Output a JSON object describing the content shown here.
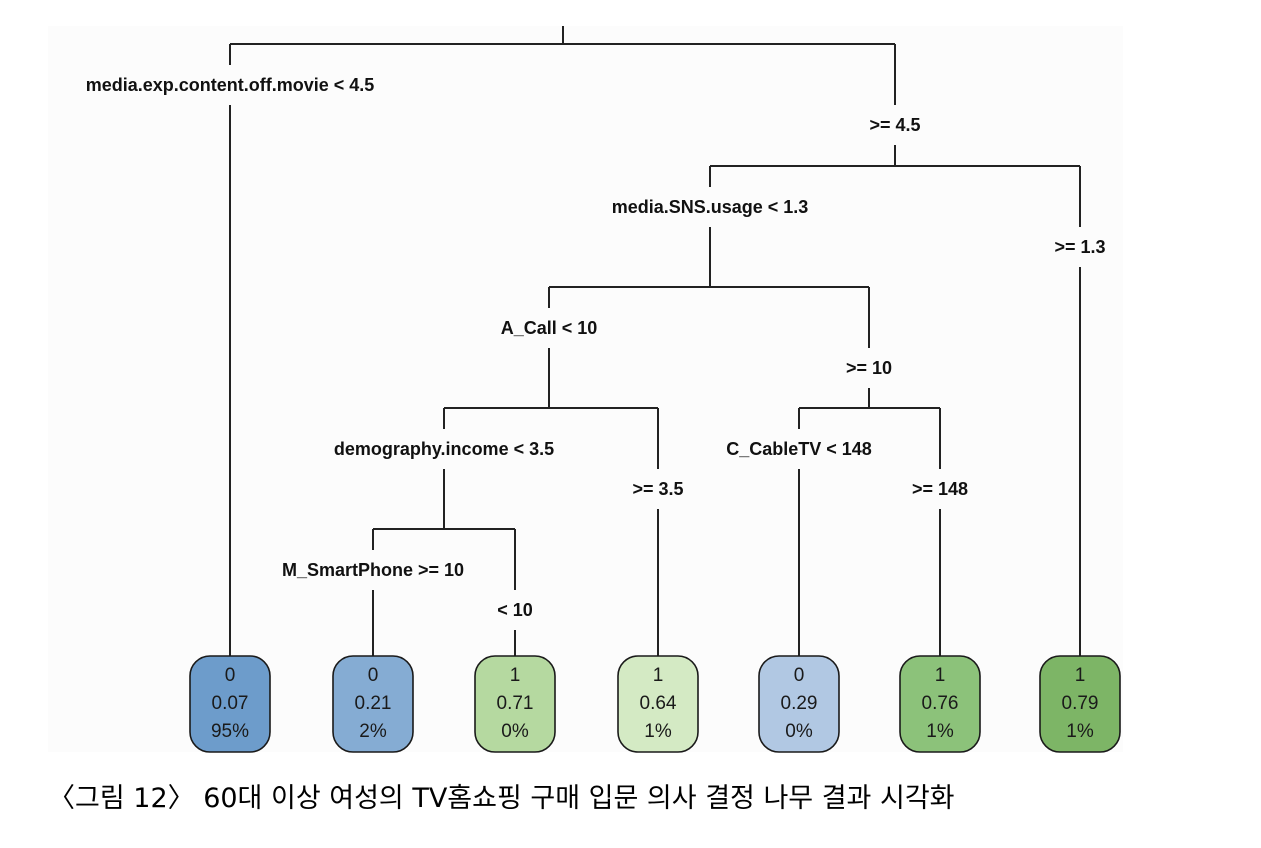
{
  "figure": {
    "caption": "〈그림 12〉 60대 이상 여성의 TV홈쇼핑 구매 입문 의사 결정 나무 결과 시각화"
  },
  "tree": {
    "nodes": [
      {
        "id": "root",
        "split": "media.exp.content.off.movie < 4.5",
        "yes_label": "media.exp.content.off.movie < 4.5",
        "no_label": ">= 4.5",
        "yes": "leaf1",
        "no": "n_sns"
      },
      {
        "id": "n_sns",
        "split": "media.SNS.usage < 1.3",
        "yes_label": "media.SNS.usage < 1.3",
        "no_label": ">= 1.3",
        "yes": "n_acall",
        "no": "leaf7"
      },
      {
        "id": "n_acall",
        "split": "A_Call < 10",
        "yes_label": "A_Call < 10",
        "no_label": ">= 10",
        "yes": "n_income",
        "no": "n_cable"
      },
      {
        "id": "n_income",
        "split": "demography.income < 3.5",
        "yes_label": "demography.income < 3.5",
        "no_label": ">= 3.5",
        "yes": "n_smart",
        "no": "leaf4"
      },
      {
        "id": "n_smart",
        "split": "M_SmartPhone >= 10",
        "yes_label": "M_SmartPhone >= 10",
        "no_label": "< 10",
        "yes": "leaf2",
        "no": "leaf3"
      },
      {
        "id": "n_cable",
        "split": "C_CableTV < 148",
        "yes_label": "C_CableTV < 148",
        "no_label": ">= 148",
        "yes": "leaf5",
        "no": "leaf6"
      }
    ],
    "leaves": [
      {
        "id": "leaf1",
        "class": "0",
        "prob": "0.07",
        "percent": "95%",
        "color": "#6d9ccb"
      },
      {
        "id": "leaf2",
        "class": "0",
        "prob": "0.21",
        "percent": "2%",
        "color": "#85acd3"
      },
      {
        "id": "leaf3",
        "class": "1",
        "prob": "0.71",
        "percent": "0%",
        "color": "#b5d9a0"
      },
      {
        "id": "leaf4",
        "class": "1",
        "prob": "0.64",
        "percent": "1%",
        "color": "#d4eac4"
      },
      {
        "id": "leaf5",
        "class": "0",
        "prob": "0.29",
        "percent": "0%",
        "color": "#b1c8e3"
      },
      {
        "id": "leaf6",
        "class": "1",
        "prob": "0.76",
        "percent": "1%",
        "color": "#8cc27a"
      },
      {
        "id": "leaf7",
        "class": "1",
        "prob": "0.79",
        "percent": "1%",
        "color": "#7db566"
      }
    ]
  }
}
